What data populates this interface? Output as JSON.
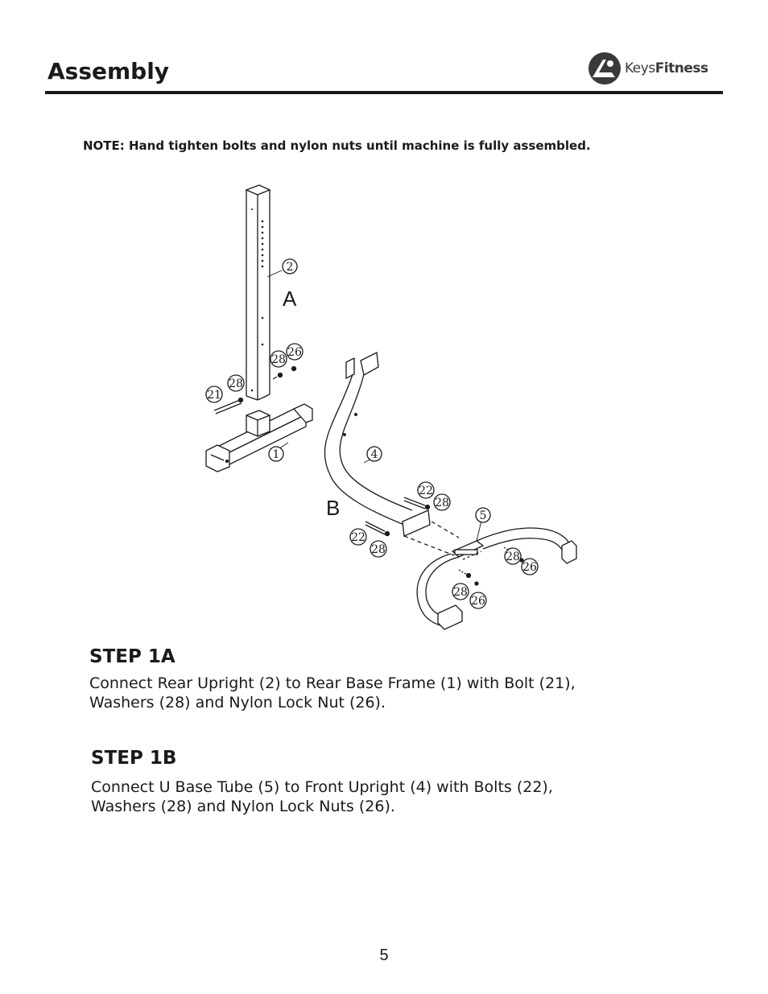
{
  "header": {
    "title": "Assembly",
    "logo": {
      "name_part1": "Keys",
      "name_part2": "Fitness",
      "icon": "keysfitness-logo-icon"
    }
  },
  "note": "NOTE:  Hand tighten bolts and nylon nuts until machine is fully assembled.",
  "diagram": {
    "section_labels": {
      "a": "A",
      "b": "B"
    },
    "callouts": {
      "c2": "2",
      "c26a": "26",
      "c28a": "28",
      "c28b": "28",
      "c21": "21",
      "c1": "1",
      "c4": "4",
      "c22a": "22",
      "c28c": "28",
      "c5": "5",
      "c22b": "22",
      "c28d": "28",
      "c28e": "28",
      "c26b": "26",
      "c28f": "28",
      "c26c": "26"
    }
  },
  "steps": [
    {
      "title": "STEP 1A",
      "lines": [
        "Connect Rear Upright (2) to Rear Base Frame (1) with Bolt (21),",
        "Washers (28) and Nylon Lock Nut (26)."
      ]
    },
    {
      "title": "STEP 1B",
      "lines": [
        "Connect U Base Tube (5) to Front Upright (4) with Bolts (22),",
        "Washers (28) and Nylon Lock Nuts (26)."
      ]
    }
  ],
  "footer": {
    "page_number": "5"
  }
}
